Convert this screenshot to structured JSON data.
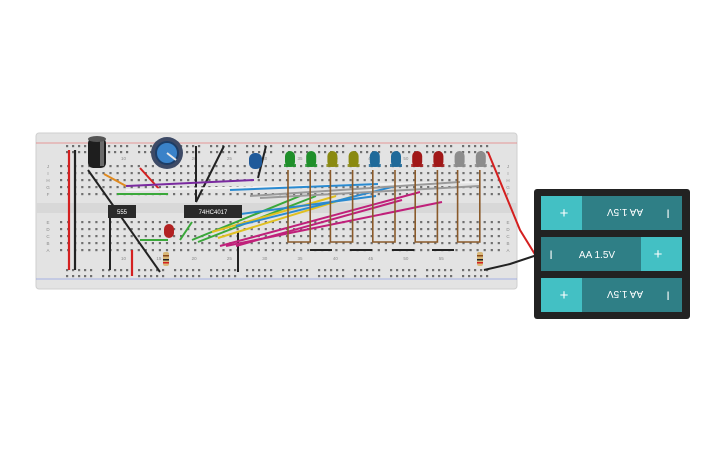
{
  "breadboard": {
    "column_labels": [
      "10",
      "15",
      "20",
      "25",
      "30",
      "35",
      "40",
      "45",
      "50",
      "55"
    ],
    "row_labels_top": [
      "J",
      "I",
      "H",
      "G",
      "F"
    ],
    "row_labels_bottom": [
      "E",
      "D",
      "C",
      "B",
      "A"
    ]
  },
  "chips": [
    {
      "id": "timer",
      "label": "555"
    },
    {
      "id": "mux",
      "label": "74HC4017"
    }
  ],
  "leds": [
    {
      "color": "#1f8f2a"
    },
    {
      "color": "#1f8f2a"
    },
    {
      "color": "#8a8a10"
    },
    {
      "color": "#8a8a10"
    },
    {
      "color": "#1f6a9a"
    },
    {
      "color": "#1f6a9a"
    },
    {
      "color": "#a11818"
    },
    {
      "color": "#a11818"
    },
    {
      "color": "#8c8c8c"
    },
    {
      "color": "#8c8c8c"
    }
  ],
  "battery_pack": {
    "cells": [
      {
        "label": "AA 1.5V",
        "flipped": true
      },
      {
        "label": "AA 1.5V",
        "flipped": false
      },
      {
        "label": "AA 1.5V",
        "flipped": true
      }
    ],
    "plus_symbol": "+",
    "minus_symbol": "I"
  },
  "colors": {
    "wire_red": "#d42020",
    "wire_black": "#222222",
    "wire_purple": "#7a2aa0",
    "wire_green": "#3aa83a",
    "wire_yellow": "#e0c020",
    "wire_blue": "#2a8ad0",
    "wire_magenta": "#c0207a",
    "wire_brown": "#8a5a2a",
    "battery_teal": "#2f7f86",
    "battery_teal_light": "#43c0c4"
  }
}
